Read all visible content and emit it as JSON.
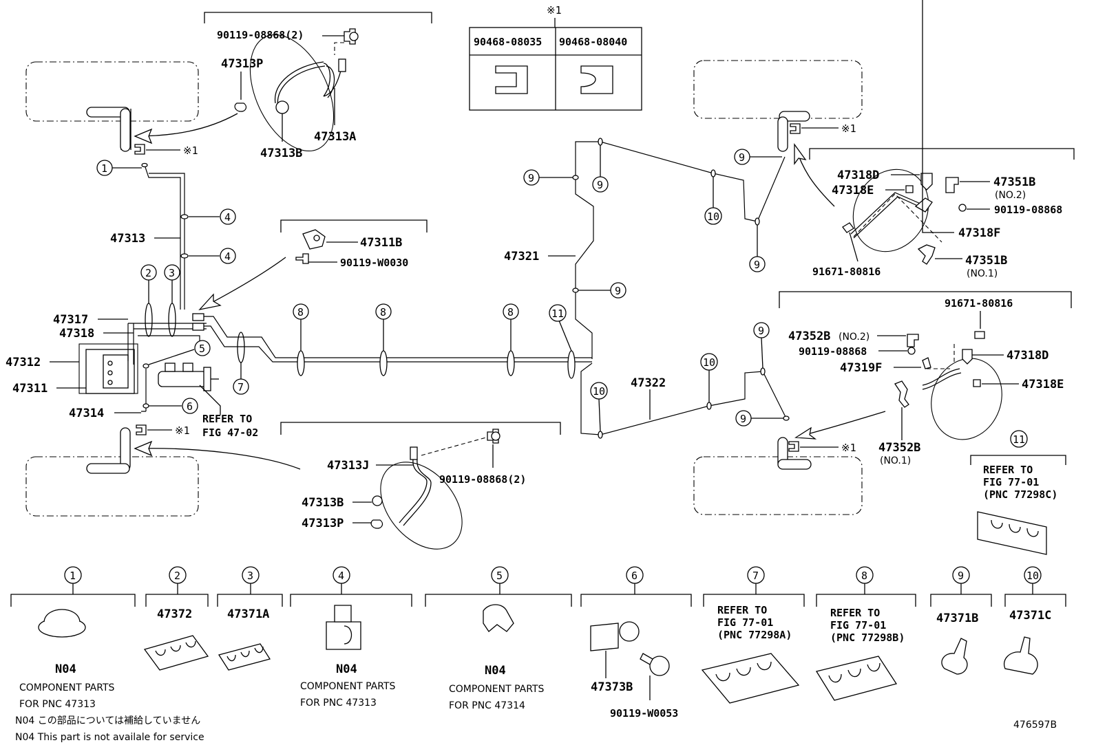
{
  "labels": {
    "p90119_08868_2_top": "90119-08868(2)",
    "p47313P_top": "47313P",
    "p47313A": "47313A",
    "p47313B_top": "47313B",
    "mark1_tl": "※1",
    "p47313": "47313",
    "p47311B": "47311B",
    "p90119_W0030": "90119-W0030",
    "p47317": "47317",
    "p47318": "47318",
    "p47312": "47312",
    "p47311": "47311",
    "p47314": "47314",
    "refer_to": "REFER TO",
    "fig47_02": "FIG 47-02",
    "mark1_bl": "※1",
    "p47313J": "47313J",
    "p90119_08868_2_bot": "90119-08868(2)",
    "p47313B_bot": "47313B",
    "p47313P_bot": "47313P",
    "mark1_table": "※1",
    "table_col1": "90468-08035",
    "table_col2": "90468-08040",
    "p47321": "47321",
    "p47322": "47322",
    "mark1_tr": "※1",
    "p47318D_top": "47318D",
    "p47318E_top": "47318E",
    "p47351B_no2": "47351B",
    "no2": "(NO.2)",
    "p90119_08868_r1": "90119-08868",
    "p47318F": "47318F",
    "p91671_80816_a": "91671-80816",
    "p47351B_no1": "47351B",
    "no1": "(NO.1)",
    "p91671_80816_b": "91671-80816",
    "p47352B_no2": "47352B",
    "p47352B_no2_suffix": "(NO.2)",
    "p90119_08868_r2": "90119-08868",
    "p47318D_bot": "47318D",
    "p47319F": "47319F",
    "p47318E_bot": "47318E",
    "p47352B_no1": "47352B",
    "no1_b": "(NO.1)",
    "mark1_br": "※1",
    "ref11_line1": "REFER TO",
    "ref11_line2": "FIG 77-01",
    "ref11_line3": "(PNC 77298C)"
  },
  "callouts": {
    "c1": "1",
    "c4a": "4",
    "c4b": "4",
    "c2": "2",
    "c3": "3",
    "c5": "5",
    "c6": "6",
    "c7": "7",
    "c8a": "8",
    "c8b": "8",
    "c8c": "8",
    "c11": "11",
    "c9a": "9",
    "c9b": "9",
    "c9c": "9",
    "c9d": "9",
    "c9e": "9",
    "c9f": "9",
    "c9g": "9",
    "c10a": "10",
    "c10b": "10",
    "c10c": "10"
  },
  "legend": [
    {
      "num": "1",
      "lines": [
        "N04",
        "COMPONENT PARTS",
        "FOR PNC 47313"
      ]
    },
    {
      "num": "2",
      "lines": [
        "47372"
      ]
    },
    {
      "num": "3",
      "lines": [
        "47371A"
      ]
    },
    {
      "num": "4",
      "lines": [
        "N04",
        "COMPONENT PARTS",
        "FOR PNC 47313"
      ]
    },
    {
      "num": "5",
      "lines": [
        "N04",
        "COMPONENT PARTS",
        "FOR PNC 47314"
      ]
    },
    {
      "num": "6",
      "lines": [
        "47373B",
        "90119-W0053"
      ]
    },
    {
      "num": "7",
      "lines": [
        "REFER TO",
        "FIG 77-01",
        "(PNC 77298A)"
      ]
    },
    {
      "num": "8",
      "lines": [
        "REFER TO",
        "FIG 77-01",
        "(PNC 77298B)"
      ]
    },
    {
      "num": "9",
      "lines": [
        "47371B"
      ]
    },
    {
      "num": "10",
      "lines": [
        "47371C"
      ]
    }
  ],
  "notes": {
    "jp": "N04 この部品については補給していません",
    "en": "N04 This part is not availale for service"
  },
  "figure_id": "476597B"
}
